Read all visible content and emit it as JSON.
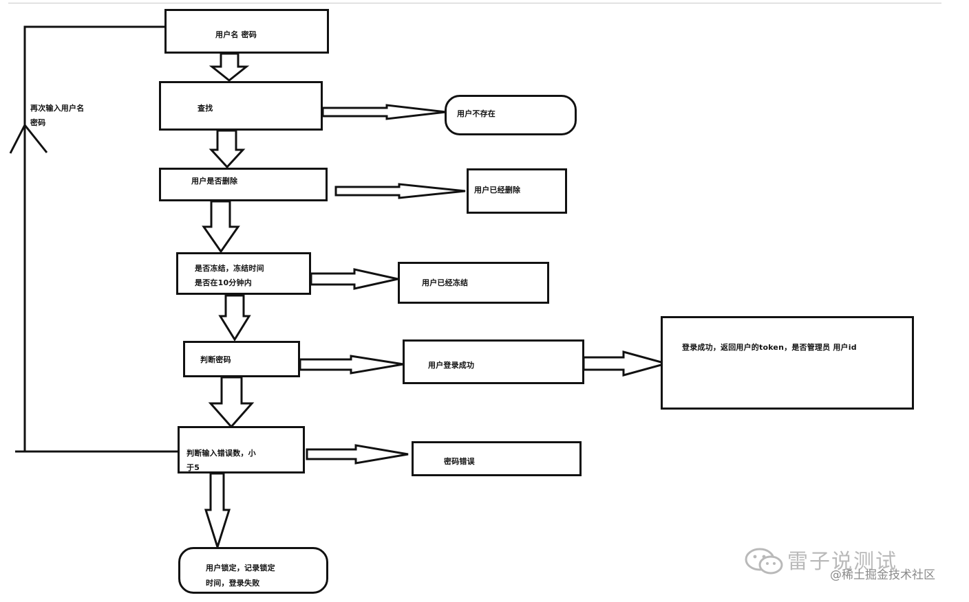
{
  "nodes": {
    "input": {
      "lines": [
        "用户名 密码"
      ]
    },
    "search": {
      "lines": [
        "查找"
      ]
    },
    "not_exist": {
      "lines": [
        "用户不存在"
      ]
    },
    "is_deleted": {
      "lines": [
        "用户是否删除"
      ]
    },
    "deleted": {
      "lines": [
        "用户已经删除"
      ]
    },
    "is_frozen": {
      "lines": [
        "是否冻结，冻结时间",
        "是否在10分钟内"
      ]
    },
    "frozen": {
      "lines": [
        "用户已经冻结"
      ]
    },
    "check_password": {
      "lines": [
        "判断密码"
      ]
    },
    "login_success": {
      "lines": [
        "用户登录成功"
      ]
    },
    "login_result": {
      "lines": [
        "登录成功，返回用户的token，是否管理员  用户id"
      ]
    },
    "error_count": {
      "lines": [
        "判断输入错误数，小",
        "于5"
      ]
    },
    "password_error": {
      "lines": [
        "密码错误"
      ]
    },
    "lock_user": {
      "lines": [
        "用户锁定，记录锁定",
        "时间，登录失败"
      ]
    }
  },
  "loop_label": {
    "lines": [
      "再次输入用户名",
      "密码"
    ]
  },
  "watermark": {
    "title": "雷子说测试",
    "subtitle": "@稀土掘金技术社区"
  }
}
